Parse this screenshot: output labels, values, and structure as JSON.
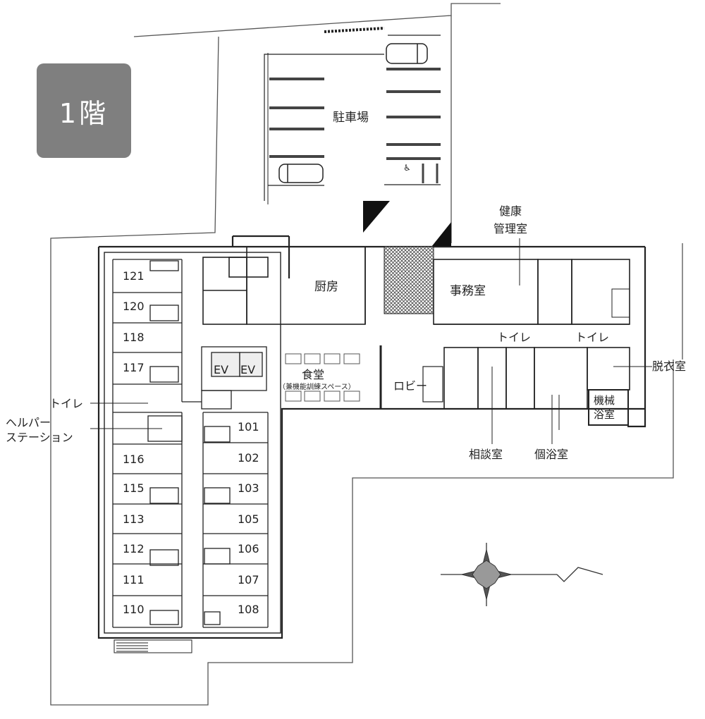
{
  "floor_label": "1階",
  "rooms": {
    "parking": "駐車場",
    "kitchen": "厨房",
    "office": "事務室",
    "health_room_line1": "健康",
    "health_room_line2": "管理室",
    "dining": "食堂",
    "dining_sub": "（兼機能訓練スペース）",
    "lobby": "ロビー",
    "elevator_1": "EV",
    "elevator_2": "EV",
    "changing_room": "脱衣室",
    "mech_bath_line1": "機械",
    "mech_bath_line2": "浴室",
    "consultation": "相談室",
    "private_bath": "個浴室",
    "toilet_left": "トイレ",
    "toilet_mid": "トイレ",
    "toilet_right": "トイレ",
    "helper_station_line1": "ヘルパー",
    "helper_station_line2": "ステーション"
  },
  "left_wing_rooms": [
    "121",
    "120",
    "118",
    "117",
    "116",
    "115",
    "113",
    "112",
    "111",
    "110"
  ],
  "right_wing_rooms": [
    "101",
    "102",
    "103",
    "105",
    "106",
    "107",
    "108"
  ]
}
